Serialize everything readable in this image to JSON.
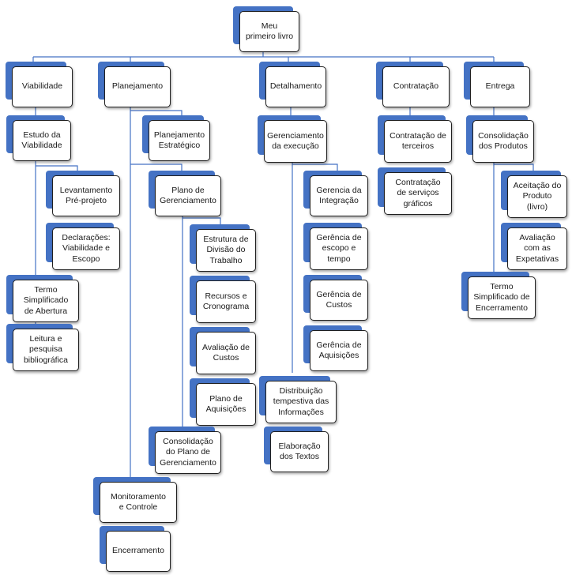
{
  "diagram": {
    "root": "Meu\nprimeiro livro",
    "branches": {
      "viabilidade": {
        "title": "Viabilidade",
        "estudo": "Estudo da\nViabilidade",
        "levantamento": "Levantamento\nPré-projeto",
        "declaracoes": "Declarações:\nViabilidade e\nEscopo",
        "termo": "Termo\nSimplificado\nde Abertura",
        "leitura": "Leitura e\npesquisa\nbibliográfica"
      },
      "planejamento": {
        "title": "Planejamento",
        "estrategico": "Planejamento\nEstratégico",
        "plano": "Plano de\nGerenciamento",
        "eap": "Estrutura de\nDivisão do\nTrabalho",
        "recursos": "Recursos e\nCronograma",
        "custos": "Avaliação de\nCustos",
        "aquisicoes": "Plano de\nAquisições",
        "consolidacao": "Consolidação\ndo Plano de\nGerenciamento",
        "monitoramento": "Monitoramento\ne Controle",
        "encerramento": "Encerramento"
      },
      "detalhamento": {
        "title": "Detalhamento",
        "execucao": "Gerenciamento\nda execução",
        "integracao": "Gerencia da\nIntegração",
        "escopo": "Gerência de\nescopo e\ntempo",
        "custos": "Gerência de\nCustos",
        "aquisicoes": "Gerência de\nAquisições",
        "distribuicao": "Distribuição\ntempestiva das\nInformações",
        "textos": "Elaboração\ndos Textos"
      },
      "contratacao": {
        "title": "Contratação",
        "terceiros": "Contratação de\nterceiros",
        "graficos": "Contratação\nde serviços\ngráficos"
      },
      "entrega": {
        "title": "Entrega",
        "consolidacao": "Consolidação\ndos Produtos",
        "aceitacao": "Aceitação do\nProduto\n(livro)",
        "avaliacao": "Avaliação\ncom as\nExpetativas",
        "termo": "Termo\nSimplificado de\nEncerramento"
      }
    },
    "colors": {
      "accent": "#4472c4",
      "connector": "#4472c4",
      "card_fill": "#ffffff",
      "card_border": "#1f1f1f"
    }
  }
}
